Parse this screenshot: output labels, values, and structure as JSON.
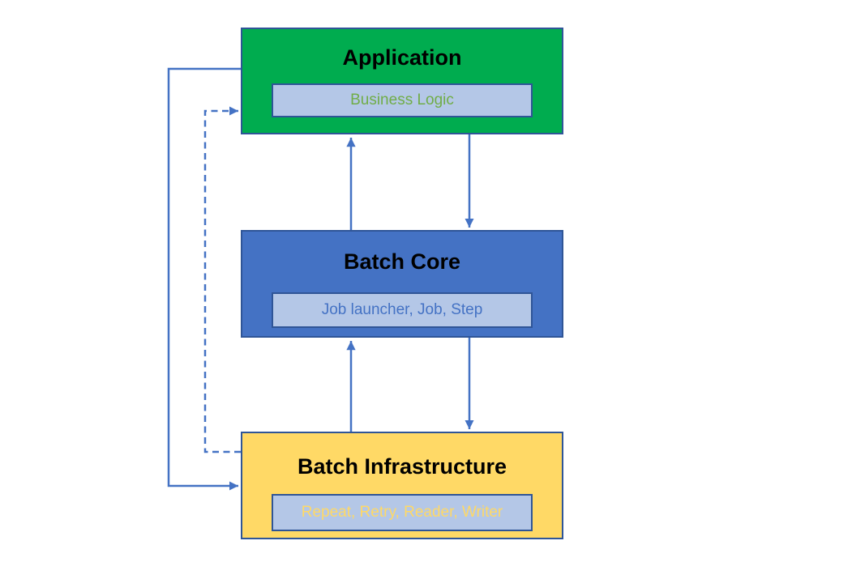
{
  "diagram": {
    "layers": [
      {
        "key": "application",
        "title": "Application",
        "component_label": "Business Logic"
      },
      {
        "key": "batch_core",
        "title": "Batch Core",
        "component_label": "Job launcher, Job, Step"
      },
      {
        "key": "batch_infrastructure",
        "title": "Batch Infrastructure",
        "component_label": "Repeat, Retry, Reader, Writer"
      }
    ]
  },
  "colors": {
    "canvas_bg": "#ffffff",
    "application_fill": "#00AC4F",
    "batch_core_fill": "#4472C4",
    "batch_infrastructure_fill": "#FFD966",
    "inner_box_fill": "#B4C7E7",
    "box_border": "#2F5597",
    "connector": "#4472C4",
    "title_text": "#000000",
    "business_logic_text": "#70AD47",
    "batch_core_label_text": "#4472C4",
    "batch_infrastructure_label_text": "#FFD966"
  }
}
